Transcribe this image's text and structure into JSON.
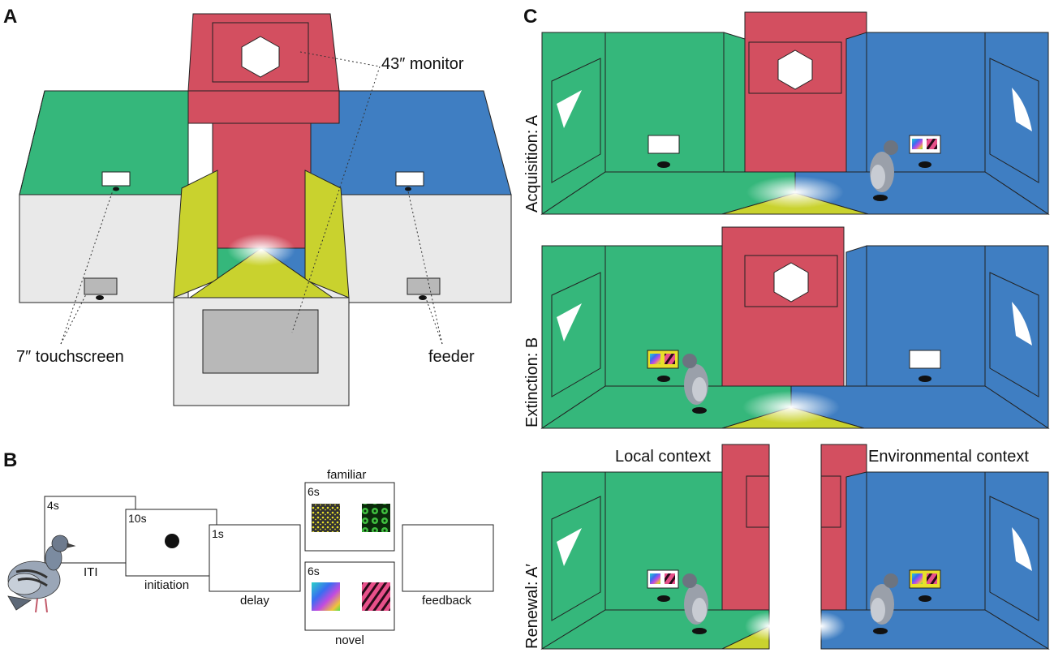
{
  "panels": {
    "a": "A",
    "b": "B",
    "c": "C"
  },
  "panel_a": {
    "monitor_label": "43″ monitor",
    "touchscreen_label": "7″ touchscreen",
    "feeder_label": "feeder"
  },
  "panel_b": {
    "iti": {
      "duration": "4s",
      "label": "ITI"
    },
    "initiation": {
      "duration": "10s",
      "label": "initiation"
    },
    "delay": {
      "duration": "1s",
      "label": "delay"
    },
    "familiar": {
      "duration": "6s",
      "label": "familiar"
    },
    "novel": {
      "duration": "6s",
      "label": "novel"
    },
    "feedback": {
      "label": "feedback"
    }
  },
  "panel_c": {
    "acquisition_label": "Acquisition: A",
    "extinction_label": "Extinction: B",
    "renewal_label": "Renewal: A′",
    "local_context_label": "Local context",
    "environmental_context_label": "Environmental context"
  },
  "colors": {
    "green": "#35b77b",
    "red": "#d34f60",
    "blue": "#3f7ec2",
    "yellow": "#c9d22e",
    "light_gray": "#e9e9e9",
    "dark_gray": "#b8b8b8"
  }
}
